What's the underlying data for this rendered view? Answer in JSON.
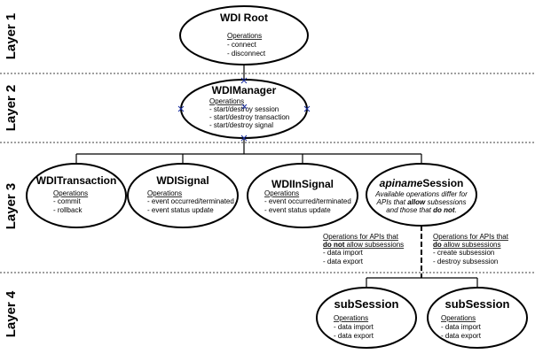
{
  "layers": [
    "Layer 1",
    "Layer 2",
    "Layer 3",
    "Layer 4"
  ],
  "nodes": {
    "root": {
      "title": "WDI Root",
      "ops_heading": "Operations",
      "ops": [
        "- connect",
        "- disconnect"
      ]
    },
    "manager": {
      "title": "WDIManager",
      "ops_heading": "Operations",
      "ops": [
        "- start/destroy session",
        "- start/destroy transaction",
        "- start/destroy signal"
      ]
    },
    "transaction": {
      "title": "WDITransaction",
      "ops_heading": "Operations",
      "ops": [
        "- commit",
        "- rollback"
      ]
    },
    "signal": {
      "title": "WDISignal",
      "ops_heading": "Operations",
      "ops": [
        "- event occurred/terminated",
        "- event status update"
      ]
    },
    "insignal": {
      "title": "WDIInSignal",
      "ops_heading": "Operations",
      "ops": [
        "- event occurred/terminated",
        "- event status update"
      ]
    },
    "session": {
      "title_italic": "apiname",
      "title_rest": "Session",
      "desc_line1": "Available operations differ for",
      "desc_line2_pre": "APIs that ",
      "desc_line2_bold": "allow",
      "desc_line2_post": " subsessions",
      "desc_line3_pre": "and those that ",
      "desc_line3_bold": "do not",
      "desc_line3_post": "."
    },
    "subsession_left": {
      "title": "subSession",
      "ops_heading": "Operations",
      "ops": [
        "- data import",
        "- data export"
      ]
    },
    "subsession_right": {
      "title": "subSession",
      "ops_heading": "Operations",
      "ops": [
        "- data import",
        "- data export"
      ]
    }
  },
  "notes": {
    "no_subsessions": {
      "line1": "Operations for APIs that",
      "line2_bold": "do not",
      "line2_rest": " allow subsessions",
      "ops": [
        "- data import",
        "- data export"
      ]
    },
    "with_subsessions": {
      "line1": "Operations for APIs that",
      "line2_bold": "do",
      "line2_rest": " allow subsessions",
      "ops": [
        "- create subsession",
        "- destroy subsession"
      ]
    }
  }
}
